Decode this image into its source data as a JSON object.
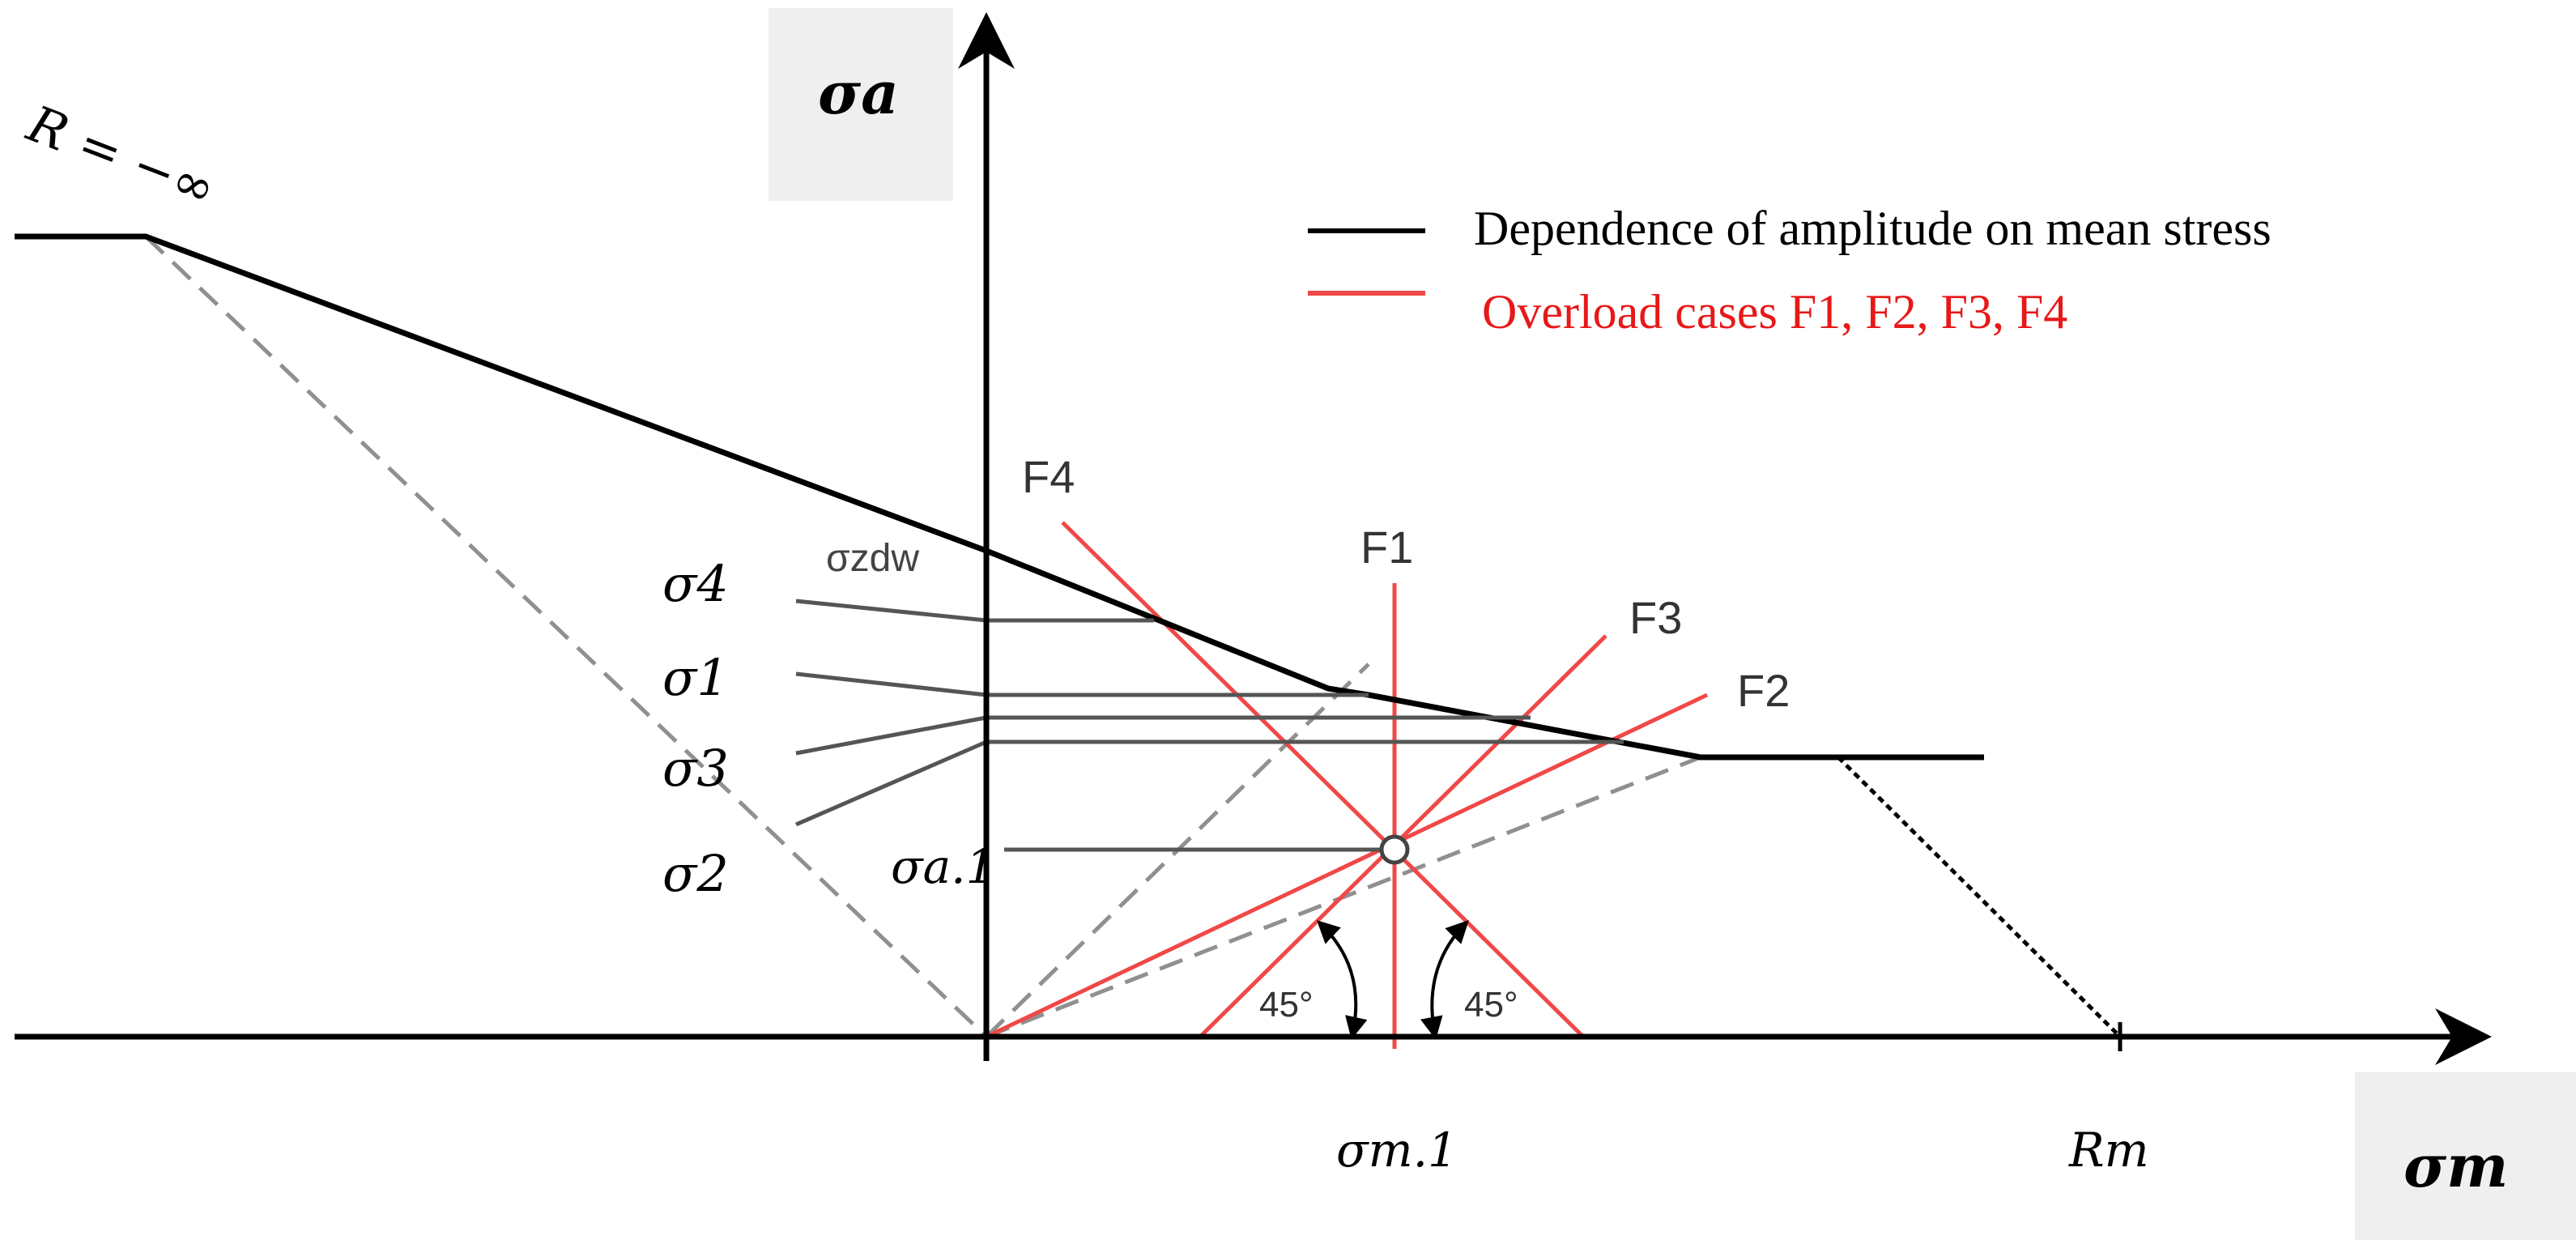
{
  "axes": {
    "vertical_label": "σa",
    "horizontal_label": "σm"
  },
  "labels": {
    "r_neg_inf": "R = −∞",
    "sigma_zdw": "σzdw",
    "sigma_4": "σ4",
    "sigma_1": "σ1",
    "sigma_3": "σ3",
    "sigma_2": "σ2",
    "sigma_a1": "σa.1",
    "sigma_m1": "σm.1",
    "r_m": "Rm",
    "angle_left": "45°",
    "angle_right": "45°"
  },
  "lines": {
    "f1": "F1",
    "f2": "F2",
    "f3": "F3",
    "f4": "F4"
  },
  "legend": {
    "black": "Dependence of amplitude on mean stress",
    "red": "Overload cases F1, F2, F3, F4"
  },
  "colors": {
    "black": "#000000",
    "red": "#f04848",
    "dashed": "#909090",
    "label_box": "#efefef"
  }
}
